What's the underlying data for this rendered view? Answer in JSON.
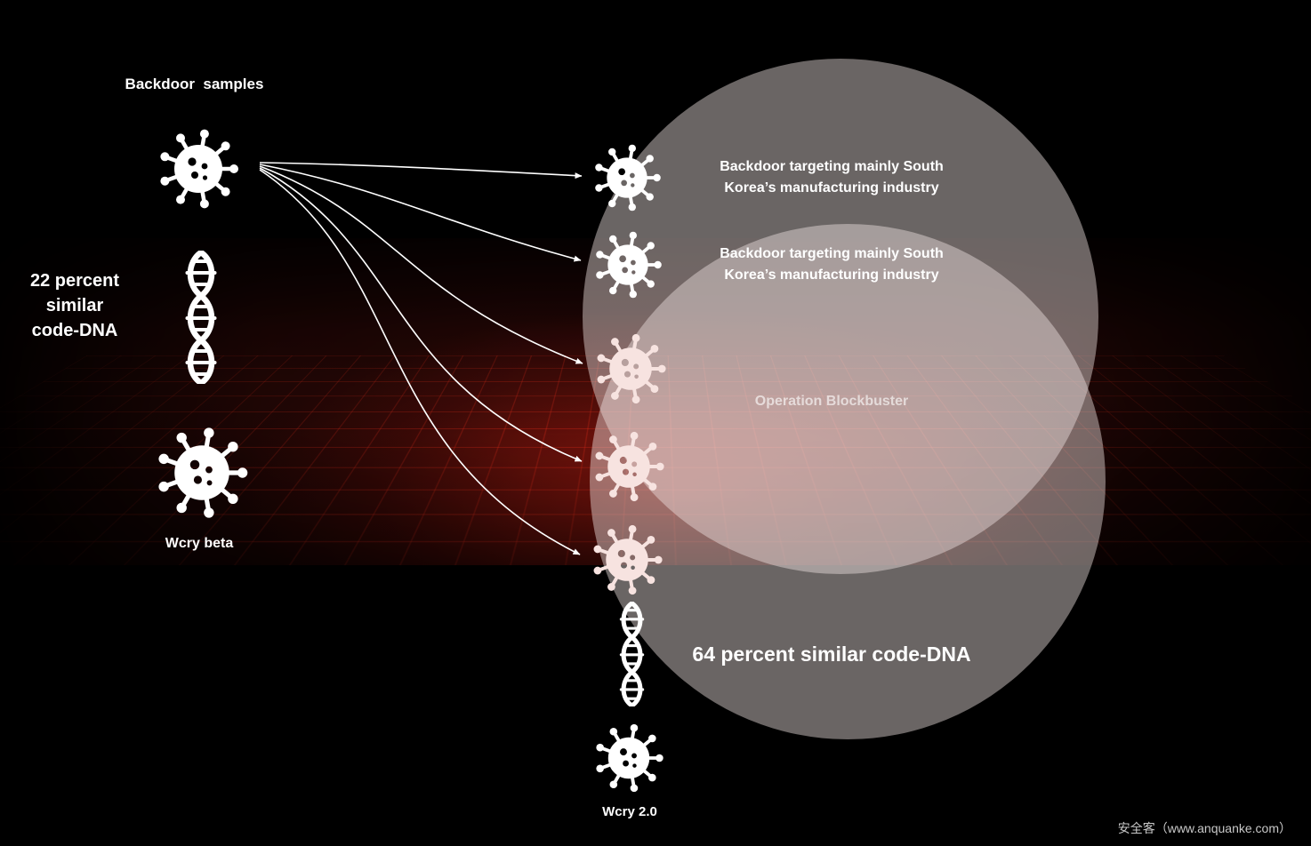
{
  "colors": {
    "background": "#000000",
    "band_glow_red": "#be1e12",
    "grid_line_red": "#ff301a",
    "venn_circle_fill": "rgba(242,230,228,0.44)",
    "text_primary": "#ffffff",
    "blockbuster_text": "rgba(255,255,255,0.62)",
    "watermark_text": "#c8c8c8"
  },
  "icons": {
    "virus": "virus-icon",
    "dna": "dna-helix-icon",
    "arrow": "curved-arrow-right"
  },
  "labels": {
    "backdoor_samples": "Backdoor  samples",
    "similarity_left": {
      "line1": "22 percent",
      "line2": "similar",
      "line3": "code-DNA"
    },
    "wcry_beta": "Wcry beta",
    "backdoor_target_top": {
      "line1": "Backdoor targeting mainly South",
      "line2": "Korea’s manufacturing industry"
    },
    "backdoor_target_second": {
      "line1": "Backdoor targeting mainly South",
      "line2": "Korea’s manufacturing industry"
    },
    "operation_blockbuster": "Operation Blockbuster",
    "similarity_bottom": "64 percent similar code-DNA",
    "wcry_2_0": "Wcry 2.0"
  },
  "watermark": "安全客（www.anquanke.com）"
}
